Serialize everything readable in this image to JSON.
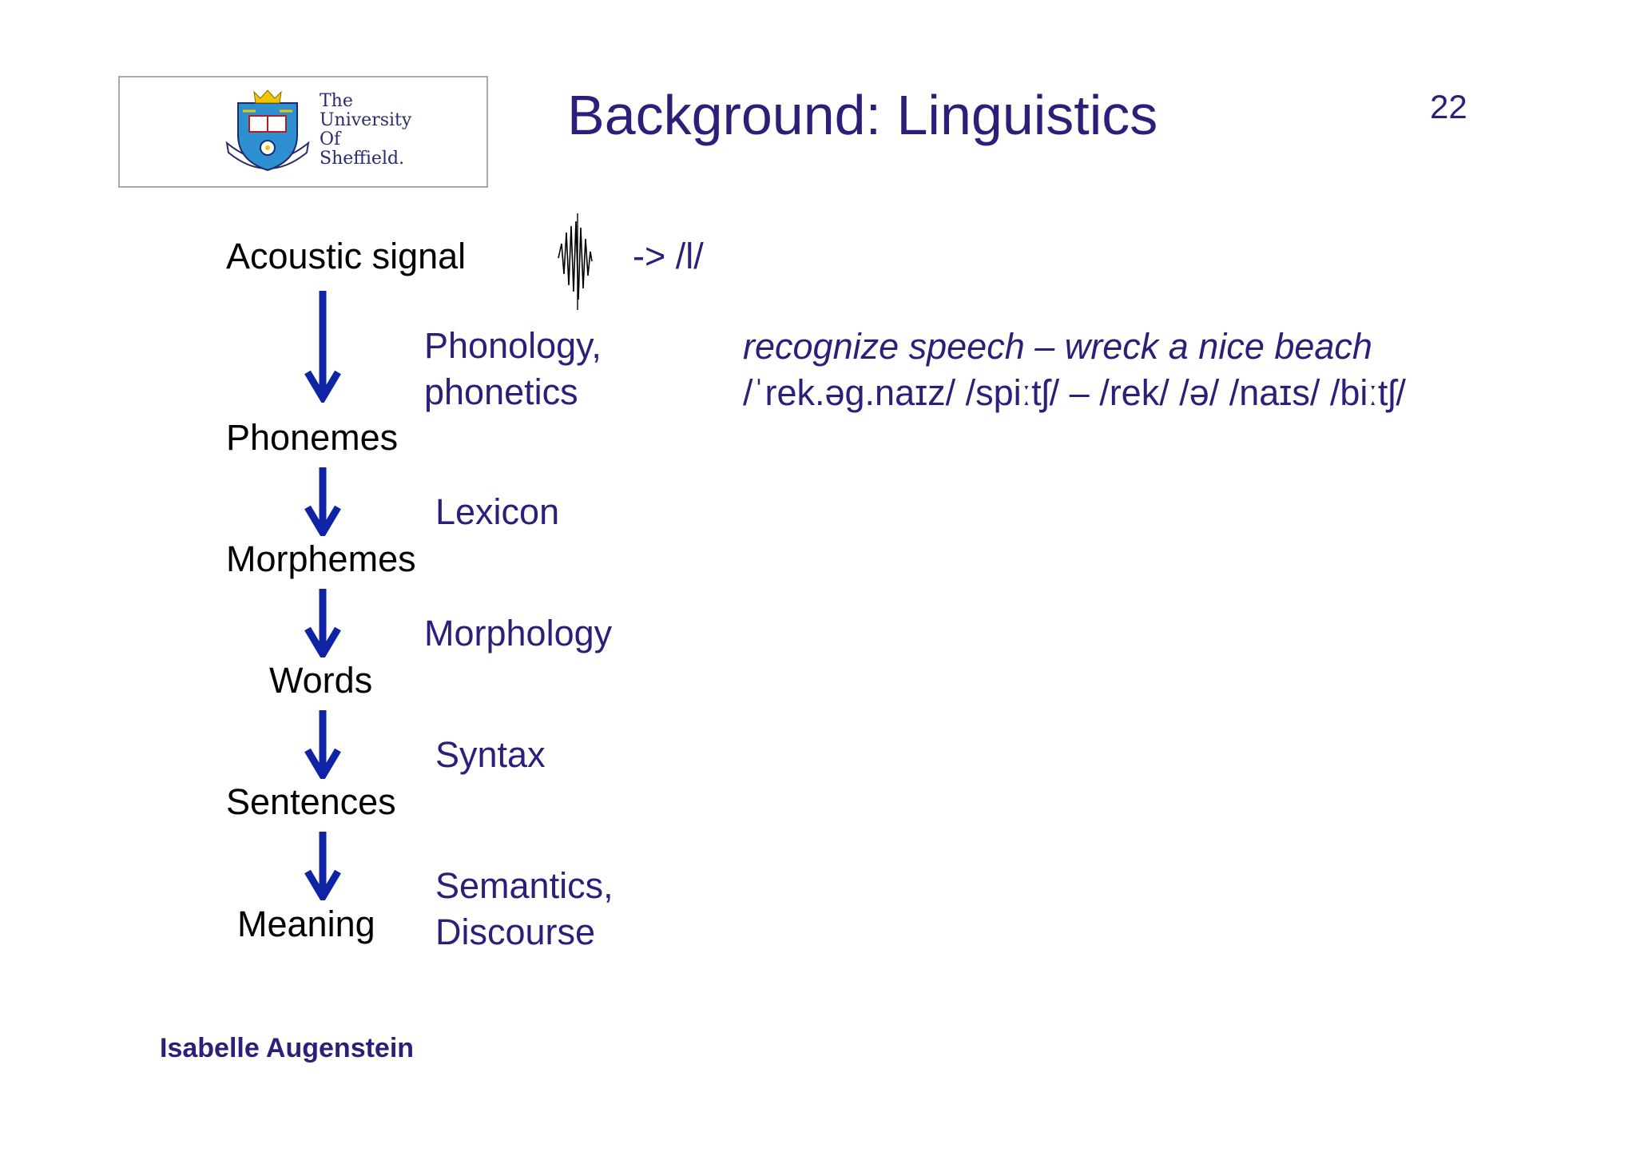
{
  "logo": {
    "text_line1": "The",
    "text_line2": "University",
    "text_line3": "Of",
    "text_line4": "Sheffield."
  },
  "slide": {
    "title": "Background: Linguistics",
    "page_number": "22"
  },
  "pipeline": {
    "stages": [
      "Acoustic signal",
      "Phonemes",
      "Morphemes",
      "Words",
      "Sentences",
      "Meaning"
    ],
    "arrow_color": "#0f24a5",
    "levels": {
      "arrow_result": "-> /l/",
      "phonology_line1": "Phonology,",
      "phonology_line2": "phonetics",
      "lexicon": "Lexicon",
      "morphology": "Morphology",
      "syntax": "Syntax",
      "semantics_line1": "Semantics,",
      "semantics_line2": "Discourse"
    }
  },
  "example": {
    "phrase": "recognize speech – wreck a nice beach",
    "ipa": "/ˈrek.əg.naɪz/ /spiːtʃ/ – /rek/ /ə/ /naɪs/ /biːtʃ/"
  },
  "footer": {
    "author": "Isabelle Augenstein"
  },
  "colors": {
    "title_blue": "#2c1f7a",
    "stage_black": "#000000",
    "arrow_blue": "#0f24a5"
  },
  "icons": [
    "university-crest-icon",
    "waveform-icon",
    "down-arrow-icon"
  ]
}
